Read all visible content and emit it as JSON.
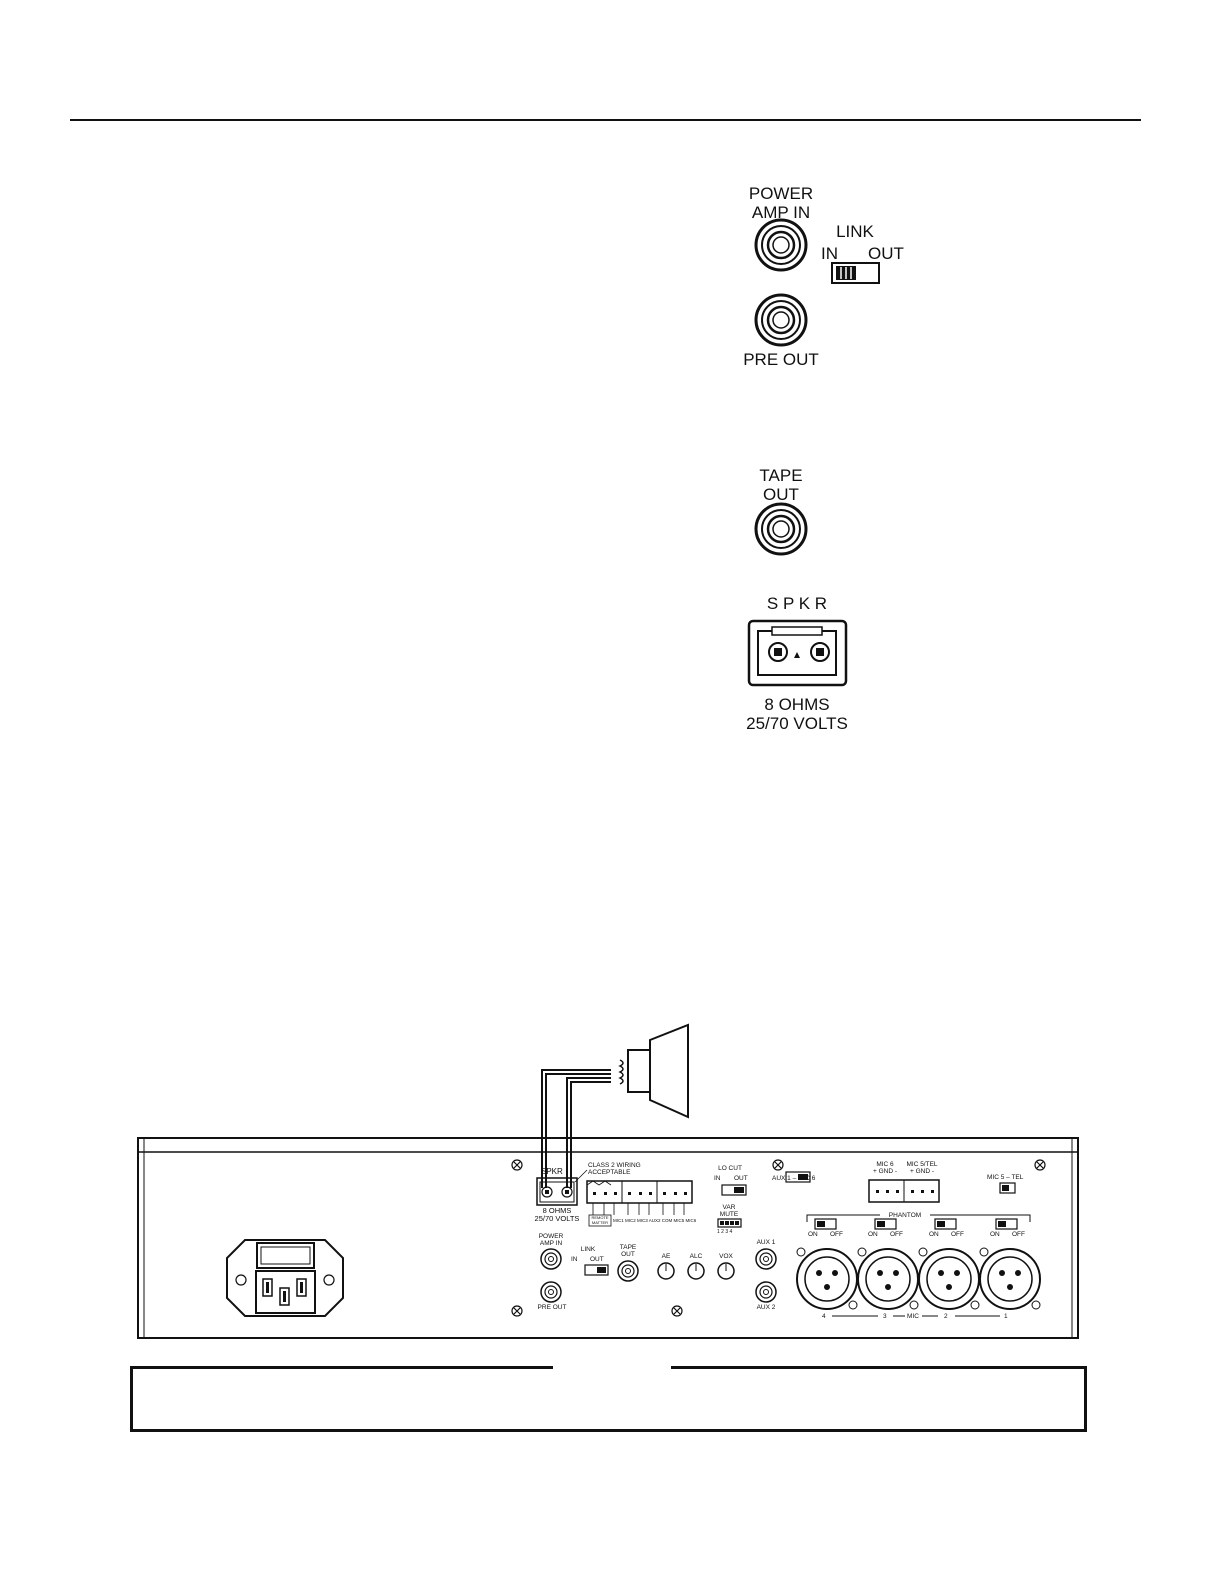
{
  "detail": {
    "power_amp_in": [
      "POWER",
      "AMP IN"
    ],
    "link": "LINK",
    "link_in": "IN",
    "link_out": "OUT",
    "pre_out": "PRE OUT",
    "tape_out": [
      "TAPE",
      "OUT"
    ],
    "spkr": "S P K R",
    "spkr_spec": [
      "8 OHMS",
      "25/70 VOLTS"
    ]
  },
  "panel": {
    "spkr": "SPKR",
    "class2": [
      "CLASS 2 WIRING",
      "ACCEPTABLE"
    ],
    "spkr_spec": [
      "8 OHMS",
      "25/70 VOLTS"
    ],
    "remote_matter": [
      "REMOTE",
      "MATTER"
    ],
    "terminal_labels": "MIC1 MIC2 MIC3 AUX2 COM MIC5 MIC6",
    "lo_cut": "LO CUT",
    "lo_cut_in": "IN",
    "lo_cut_out": "OUT",
    "aux1_mic6": "AUX 1 – MIC 6",
    "mic6": [
      "MIC 6",
      "+ GND -"
    ],
    "mic5tel": [
      "MIC 5/TEL",
      "+ GND -"
    ],
    "mic5_tel": "MIC 5 – TEL",
    "var_mute": [
      "VAR",
      "MUTE"
    ],
    "var_mute_nums": "1 2 3 4",
    "phantom": "PHANTOM",
    "phantom_on": "ON",
    "phantom_off": "OFF",
    "power_amp_in": [
      "POWER",
      "AMP IN"
    ],
    "pre_out": "PRE OUT",
    "link": "LINK",
    "link_in": "IN",
    "link_out": "OUT",
    "tape_out": [
      "TAPE",
      "OUT"
    ],
    "ae": "AE",
    "alc": "ALC",
    "vox": "VOX",
    "aux1": "AUX 1",
    "aux2": "AUX 2",
    "mic": "MIC",
    "mic_nums": [
      "4",
      "3",
      "2",
      "1"
    ]
  }
}
